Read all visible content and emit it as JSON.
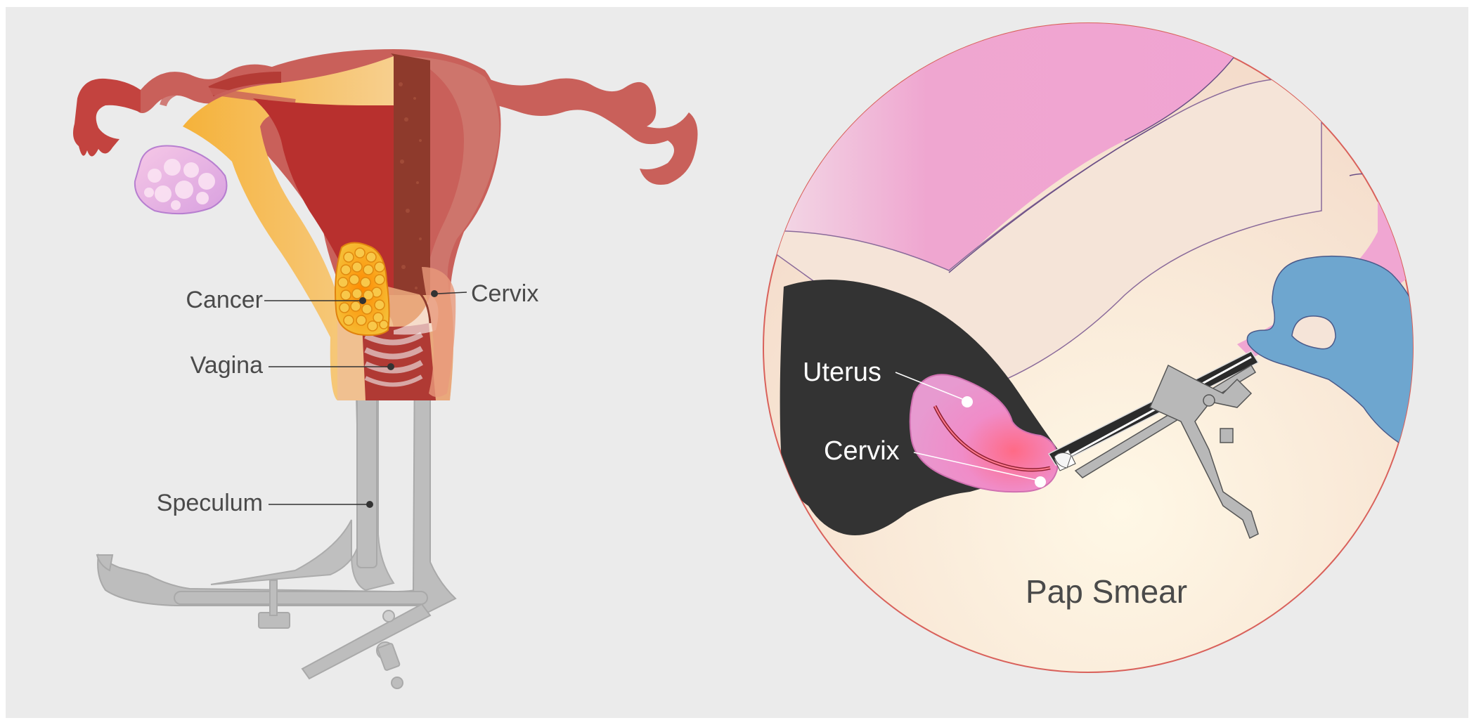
{
  "left_labels": {
    "cancer": "Cancer",
    "cervix": "Cervix",
    "vagina": "Vagina",
    "speculum": "Speculum"
  },
  "right_labels": {
    "uterus": "Uterus",
    "cervix": "Cervix",
    "title": "Pap Smear"
  },
  "colors": {
    "background": "#ebebeb",
    "uterus_muscle": "#c9605a",
    "endometrium": "#b8302e",
    "tumor": "#f0a418",
    "ovary": "#f0b8de",
    "speculum": "#bdbdbd",
    "skin_pink": "#efa3d0",
    "skin_light": "#f5e6da",
    "canal_dark": "#333333",
    "glove": "#6ea6cf"
  }
}
